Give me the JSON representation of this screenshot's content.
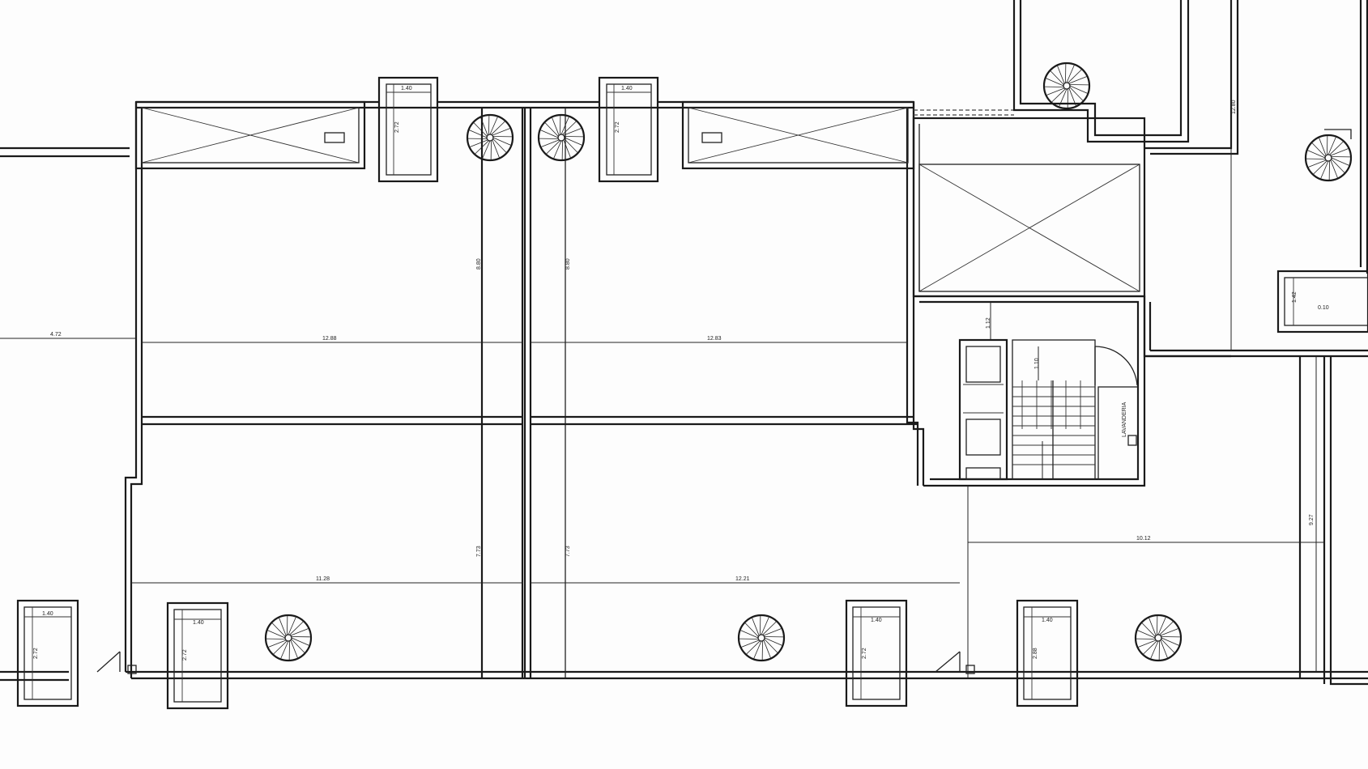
{
  "dimensions": {
    "left_outer": "4.72",
    "span_left": "12.88",
    "span_right": "12.83",
    "span_lower_left": "11.28",
    "span_lower_right": "12.21",
    "span_lower_east": "10.12",
    "column_upper_left": "8.80",
    "column_upper_right": "8.80",
    "column_lower_left": "7.73",
    "column_lower_right": "7.73",
    "east_height": "9.27",
    "east_top_tall": "12.80",
    "east_small_w": "0.10",
    "east_small_h": "1.42",
    "lift_1": "1.12",
    "lift_2": "1.10",
    "shaft_w": "1.40",
    "shaft_h": "2.72",
    "shaft_h_alt": "2.88"
  },
  "labels": {
    "service_room": "LAVANDERIA"
  }
}
